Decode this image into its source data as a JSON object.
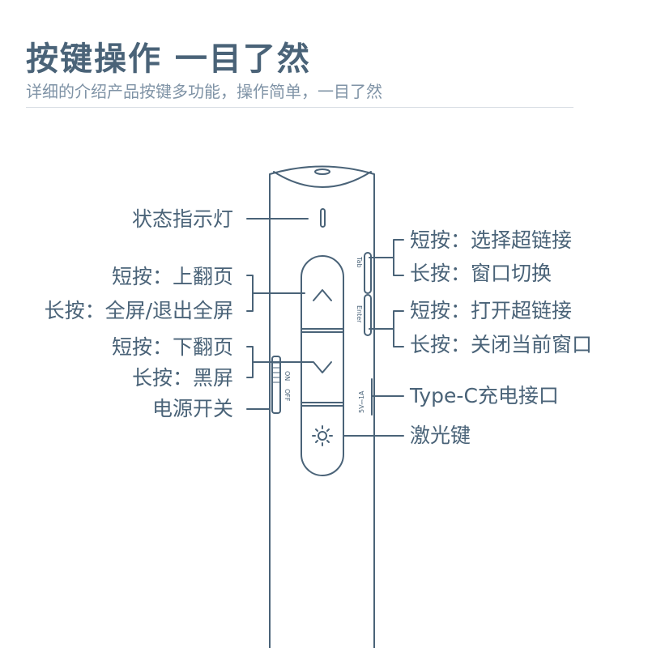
{
  "header": {
    "title": "按键操作 一目了然",
    "subtitle": "详细的介绍产品按键多功能，操作简单，一目了然"
  },
  "labels": {
    "status_light": "状态指示灯",
    "up_short": "短按：上翻页",
    "up_long": "长按：全屏/退出全屏",
    "down_short": "短按：下翻页",
    "down_long": "长按：黑屏",
    "power": "电源开关",
    "tab_short": "短按：选择超链接",
    "tab_long": "长按：窗口切换",
    "enter_short": "短按：打开超链接",
    "enter_long": "长按：关闭当前窗口",
    "typec": "Type-C充电接口",
    "laser": "激光键"
  },
  "device_text": {
    "tab": "Tab",
    "enter": "Enter",
    "on": "ON",
    "off": "OFF",
    "port": "5V⎓1A"
  },
  "colors": {
    "line": "#4a6378",
    "text": "#4a6378",
    "subtitle": "#7f93a6"
  }
}
